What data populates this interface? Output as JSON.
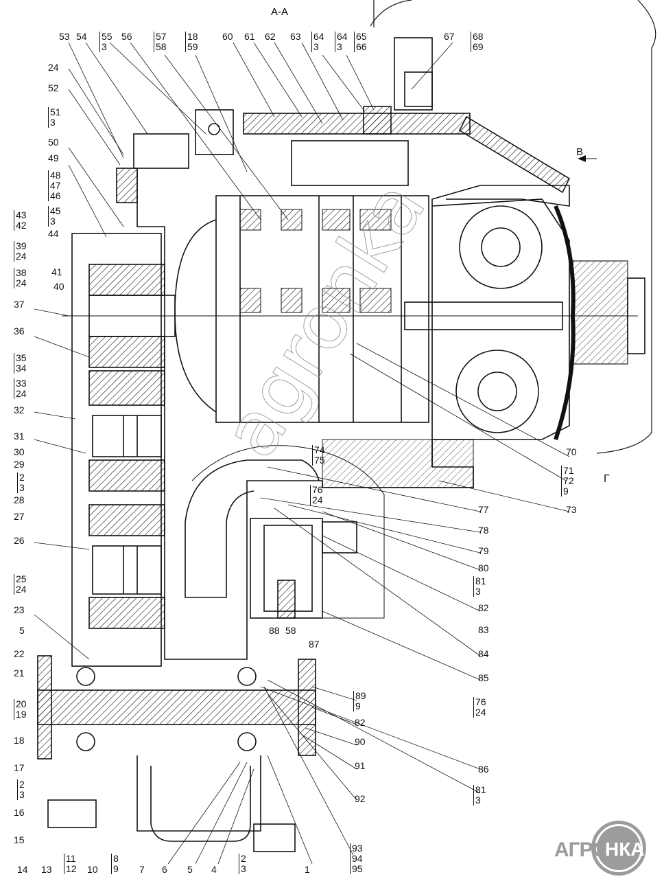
{
  "section_title": "А-А",
  "view_marker_b": "В",
  "view_marker_g": "Г",
  "watermark_text": "agronka",
  "logo": {
    "left": "АГРО",
    "right": "НКА"
  },
  "colors": {
    "line": "#111111",
    "logo": "#9a9d9a"
  },
  "labels": [
    "53",
    "54",
    "55\n3",
    "56",
    "57\n58",
    "18\n59",
    "60",
    "61",
    "62",
    "63",
    "64\n3",
    "64\n3",
    "65\n66",
    "67",
    "68\n69",
    "24",
    "52",
    "51\n3",
    "50",
    "49",
    "48\n47\n46",
    "45\n3",
    "44",
    "43\n42",
    "39\n24",
    "38\n24",
    "41",
    "40",
    "37",
    "36",
    "35\n34",
    "33\n24",
    "32",
    "31",
    "30",
    "29",
    "2\n3",
    "28",
    "27",
    "26",
    "25\n24",
    "23",
    "5",
    "22",
    "21",
    "20\n19",
    "18",
    "17",
    "2\n3",
    "16",
    "15",
    "14",
    "13",
    "11\n12",
    "10",
    "8\n9",
    "7",
    "6",
    "5",
    "4",
    "2\n3",
    "1",
    "93\n94\n95",
    "70",
    "71\n72\n9",
    "73",
    "74\n75",
    "76\n24",
    "77",
    "78",
    "79",
    "80",
    "81\n3",
    "82",
    "83",
    "84",
    "85",
    "76\n24",
    "86",
    "81\n3",
    "88",
    "58",
    "87",
    "89\n9",
    "82",
    "90",
    "91",
    "92"
  ]
}
